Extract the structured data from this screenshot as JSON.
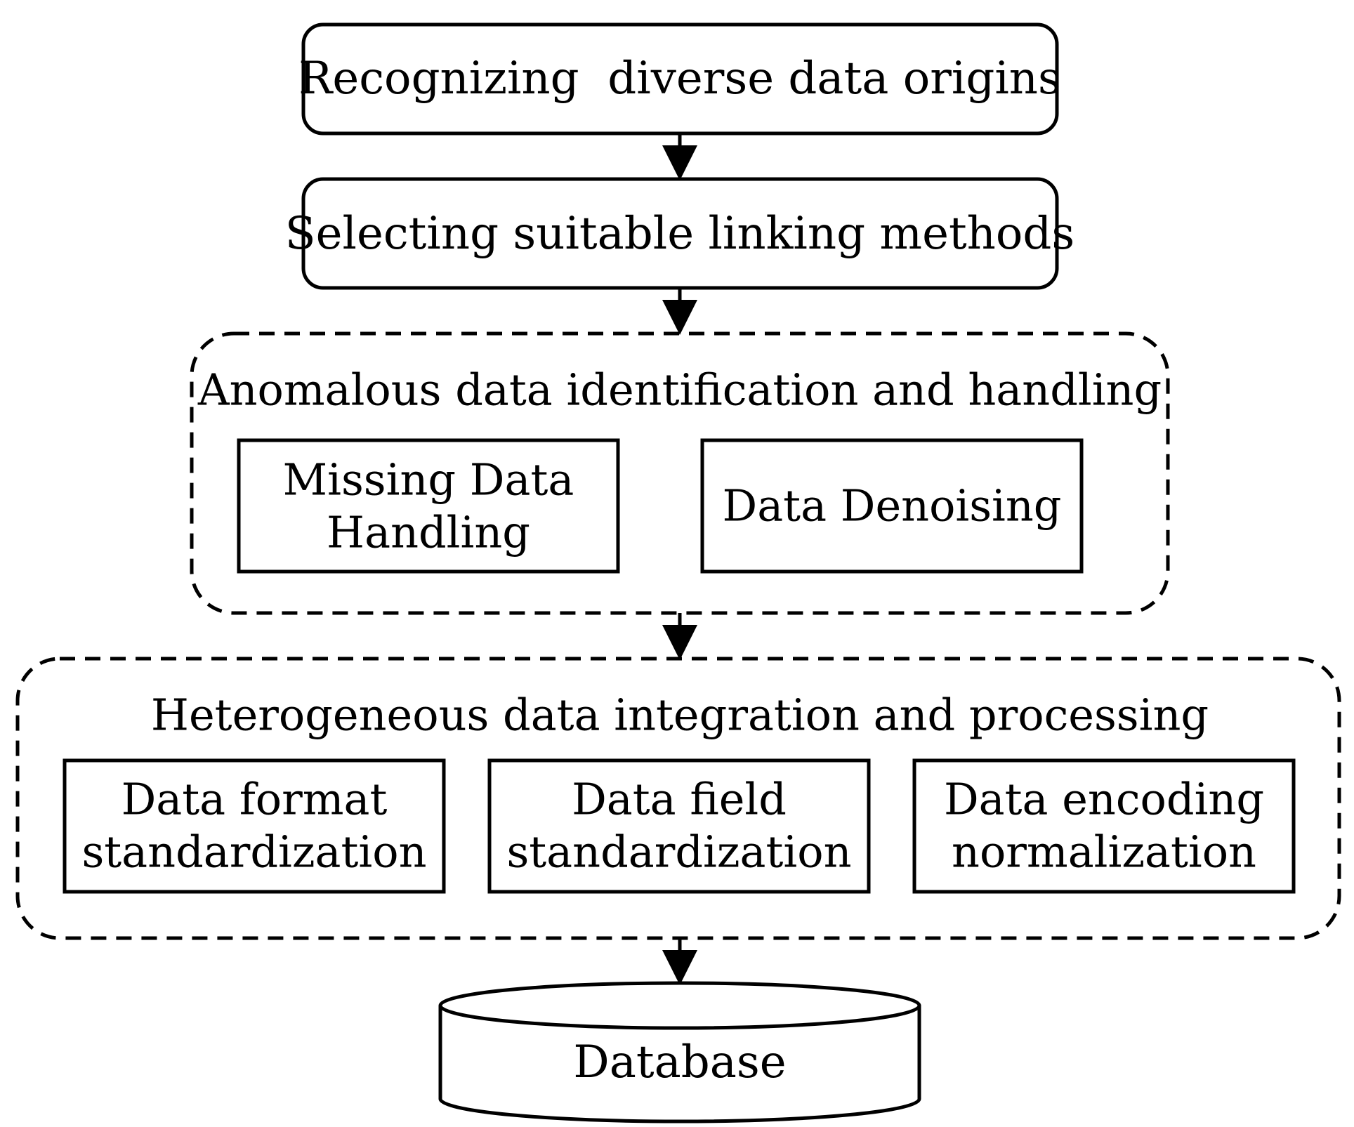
{
  "diagram": {
    "step1": {
      "label": "Recognizing  diverse data origins"
    },
    "step2": {
      "label": "Selecting suitable linking methods"
    },
    "group1": {
      "title": "Anomalous data identification and handling",
      "items": [
        {
          "lines": [
            "Missing Data",
            "Handling"
          ]
        },
        {
          "lines": [
            "Data Denoising"
          ]
        }
      ]
    },
    "group2": {
      "title": "Heterogeneous data integration and processing",
      "items": [
        {
          "lines": [
            "Data format",
            "standardization"
          ]
        },
        {
          "lines": [
            "Data field",
            "standardization"
          ]
        },
        {
          "lines": [
            "Data encoding",
            "normalization"
          ]
        }
      ]
    },
    "database": {
      "label": "Database"
    }
  }
}
